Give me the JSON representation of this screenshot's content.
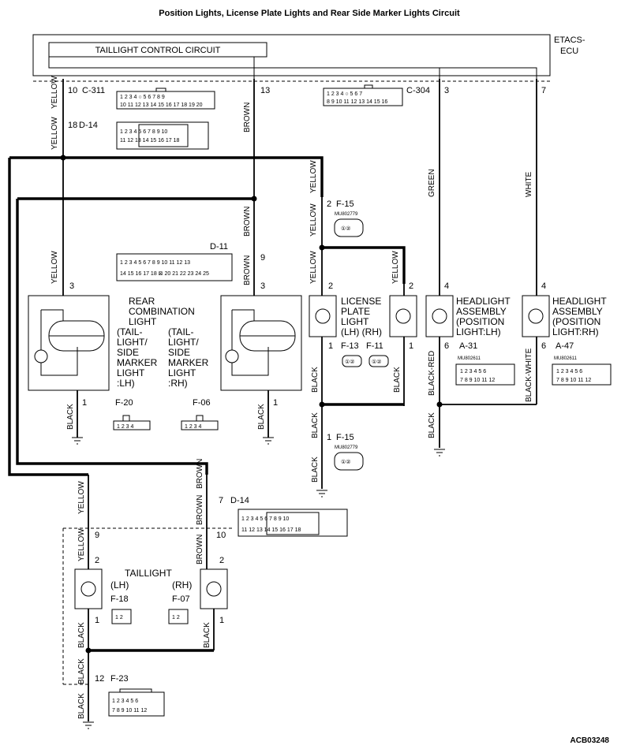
{
  "title": "Position Lights, License Plate Lights and Rear Side Marker Lights Circuit",
  "ecu": {
    "name1": "ETACS-",
    "name2": "ECU",
    "circuit": "TAILLIGHT CONTROL CIRCUIT"
  },
  "connectors": {
    "c311": "C-311",
    "c304": "C-304",
    "d14": "D-14",
    "d11": "D-11",
    "f15": "F-15",
    "f13": "F-13",
    "f11": "F-11",
    "f20": "F-20",
    "f06": "F-06",
    "a31": "A-31",
    "a47": "A-47",
    "f18": "F-18",
    "f07": "F-07",
    "f23": "F-23",
    "mu1": "MU802779",
    "mu2": "MU802779",
    "mu3": "MU802611",
    "mu4": "MU802611"
  },
  "pins": {
    "p10": "10",
    "p13": "13",
    "p3": "3",
    "p7": "7",
    "p18": "18",
    "p2f15": "2",
    "p9": "9",
    "p3a": "3",
    "p3b": "3",
    "p2a": "2",
    "p2b": "2",
    "p4a": "4",
    "p4b": "4",
    "p1a": "1",
    "p1b": "1",
    "p6a": "6",
    "p6b": "6",
    "p1c": "1",
    "p1d": "1",
    "p1f15": "1",
    "p7d14": "7",
    "p10d14": "10",
    "p9d14": "9",
    "p2c": "2",
    "p2d": "2",
    "p1e": "1",
    "p1f": "1",
    "p12": "12"
  },
  "wires": {
    "yellow1": "YELLOW",
    "yellow2": "YELLOW",
    "yellow3": "YELLOW",
    "yellow4": "YELLOW",
    "yellow5": "YELLOW",
    "yellow6": "YELLOW",
    "yellow7": "YELLOW",
    "yellow8": "YELLOW",
    "yellow9": "YELLOW",
    "brown1": "BROWN",
    "brown2": "BROWN",
    "brown3": "BROWN",
    "brown4": "BROWN",
    "brown5": "BROWN",
    "brown6": "BROWN",
    "green": "GREEN",
    "white": "WHITE",
    "black1": "BLACK",
    "black2": "BLACK",
    "black3": "BLACK",
    "black4": "BLACK",
    "black5": "BLACK",
    "black6": "BLACK",
    "black7": "BLACK",
    "black8": "BLACK",
    "black9": "BLACK",
    "black10": "BLACK",
    "black11": "BLACK",
    "blackred": "BLACK-RED",
    "blackwhite": "BLACK-WHITE"
  },
  "components": {
    "rcl": [
      "REAR",
      "COMBINATION",
      "LIGHT"
    ],
    "rcl_lh": [
      "(TAIL-",
      "LIGHT/",
      "SIDE",
      "MARKER",
      "LIGHT",
      ":LH)"
    ],
    "rcl_rh": [
      "(TAIL-",
      "LIGHT/",
      "SIDE",
      "MARKER",
      "LIGHT",
      ":RH)"
    ],
    "lpl": [
      "LICENSE",
      "PLATE",
      "LIGHT",
      "(LH) (RH)"
    ],
    "hl_lh": [
      "HEADLIGHT",
      "ASSEMBLY",
      "(POSITION",
      "LIGHT:LH)"
    ],
    "hl_rh": [
      "HEADLIGHT",
      "ASSEMBLY",
      "(POSITION",
      "LIGHT:RH)"
    ],
    "taillight": "TAILLIGHT",
    "tl_lh": "(LH)",
    "tl_rh": "(RH)"
  },
  "footer": "ACB03248"
}
